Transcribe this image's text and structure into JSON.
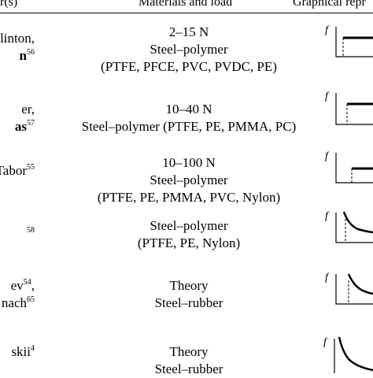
{
  "header": {
    "authors_col": "r(s)",
    "materials_col": "Materials and load",
    "graph_col": "Graphical repr"
  },
  "rows": [
    {
      "authors": [
        "Flinton,",
        "n"
      ],
      "authors_refs": [
        "56"
      ],
      "materials": [
        "2–15 N",
        "Steel–polymer",
        "(PTFE, PFCE, PVC, PVDC, PE)"
      ],
      "graph_label": "f",
      "graph_shape": "step-up"
    },
    {
      "authors": [
        "er,",
        "as"
      ],
      "authors_refs": [
        "57"
      ],
      "materials": [
        "10–40 N",
        "Steel–polymer (PTFE, PE, PMMA, PC)"
      ],
      "graph_label": "f",
      "graph_shape": "step-up"
    },
    {
      "authors": [
        "Tabor"
      ],
      "authors_refs": [
        "55"
      ],
      "materials": [
        "10–100 N",
        "Steel–polymer",
        "(PTFE, PE, PMMA, PVC, Nylon)"
      ],
      "graph_label": "f",
      "graph_shape": "step-up"
    },
    {
      "authors": [
        ""
      ],
      "authors_refs": [
        "58"
      ],
      "materials": [
        "Steel–polymer",
        "(PTFE, PE, Nylon)"
      ],
      "graph_label": "f",
      "graph_shape": "decay"
    },
    {
      "authors": [
        "ev",
        "nach"
      ],
      "authors_refs": [
        "54",
        "65"
      ],
      "materials": [
        "Theory",
        "Steel–rubber"
      ],
      "graph_label": "f",
      "graph_shape": "decay"
    },
    {
      "authors": [
        "skii"
      ],
      "authors_refs": [
        "4"
      ],
      "materials": [
        "Theory",
        "Steel–rubber"
      ],
      "graph_label": "f",
      "graph_shape": "decay"
    }
  ]
}
